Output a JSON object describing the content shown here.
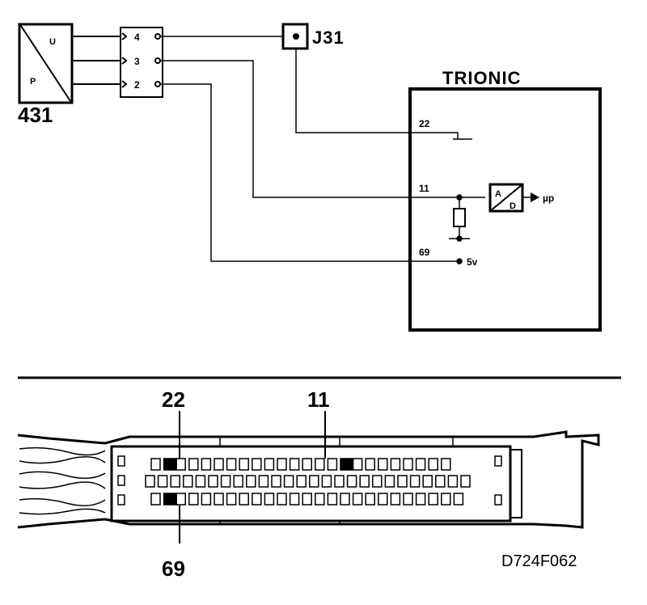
{
  "sensor": {
    "label": "431",
    "pin_u": "U",
    "pin_p": "P"
  },
  "connector": {
    "pins": [
      "4",
      "3",
      "2"
    ]
  },
  "junction": {
    "label": "J31"
  },
  "ecu": {
    "title": "TRIONIC",
    "pin_22": "22",
    "pin_11": "11",
    "pin_69": "69",
    "adc_a": "A",
    "adc_d": "D",
    "mu_p": "µp",
    "supply": "5v"
  },
  "plug": {
    "label_22": "22",
    "label_11": "11",
    "label_69": "69",
    "top_row_count": 24,
    "mid_row_count": 26,
    "bottom_row_count": 25,
    "highlight_top": [
      1,
      15
    ],
    "highlight_bottom": [
      1
    ]
  },
  "figure_code": "D724F062"
}
